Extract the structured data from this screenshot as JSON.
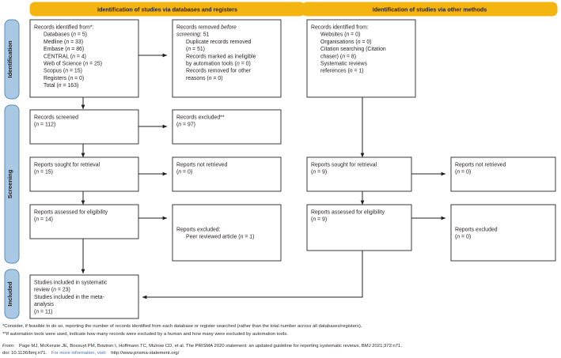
{
  "figure": {
    "title": "PRISMA 2020 flow diagram",
    "accent_header_color": "#f5b511",
    "stage_color": "#a8c8e4",
    "box_border_color": "#3a3a3a",
    "link_color": "#4f6fb5"
  },
  "headers": {
    "databases": "Identification of studies via databases and registers",
    "other": "Identification of studies via other methods"
  },
  "stages": {
    "identification": "Identification",
    "screening": "Screening",
    "included": "Included"
  },
  "boxes": {
    "records_identified": {
      "name": "records-identified-box",
      "lines": [
        {
          "text": "Records identified from*:",
          "indent": 0
        },
        {
          "text": "Databases (n = 5)",
          "indent": 1
        },
        {
          "text": "Medline (n = 33)",
          "indent": 1
        },
        {
          "text": "Embase (n = 86)",
          "indent": 1
        },
        {
          "text": "CENTRAL (n = 4)",
          "indent": 1
        },
        {
          "text": "Web of Science (n = 25)",
          "indent": 1
        },
        {
          "text": "Scopus (n = 15)",
          "indent": 1
        },
        {
          "text": "Registers (n = 0)",
          "indent": 1
        },
        {
          "text": "Total (n = 163)",
          "indent": 1
        }
      ]
    },
    "records_removed": {
      "name": "records-removed-box",
      "lines": [
        {
          "text": "Records removed before",
          "indent": 0
        },
        {
          "text": "screening: 51",
          "indent": 0
        },
        {
          "text": "Duplicate records removed",
          "indent": 1
        },
        {
          "text": "(n = 51)",
          "indent": 1
        },
        {
          "text": "Records marked as ineligible",
          "indent": 1
        },
        {
          "text": "by automation tools (n = 0)",
          "indent": 1
        },
        {
          "text": "Records removed for other",
          "indent": 1
        },
        {
          "text": "reasons (n = 0)",
          "indent": 1
        }
      ]
    },
    "records_screened": {
      "name": "records-screened-box",
      "lines": [
        {
          "text": "Records screened",
          "indent": 0
        },
        {
          "text": "(n = 112)",
          "indent": 0
        }
      ]
    },
    "records_excluded": {
      "name": "records-excluded-box",
      "lines": [
        {
          "text": "Records excluded**",
          "indent": 0
        },
        {
          "text": "(n = 97)",
          "indent": 0
        }
      ]
    },
    "reports_sought": {
      "name": "reports-sought-box",
      "lines": [
        {
          "text": "Reports sought for retrieval",
          "indent": 0
        },
        {
          "text": "(n = 15)",
          "indent": 0
        }
      ]
    },
    "reports_not_retrieved": {
      "name": "reports-not-retrieved-box",
      "lines": [
        {
          "text": "Reports not retrieved",
          "indent": 0
        },
        {
          "text": "(n = 0)",
          "indent": 0
        }
      ]
    },
    "reports_assessed": {
      "name": "reports-assessed-box",
      "lines": [
        {
          "text": "Reports assessed for eligibility",
          "indent": 0
        },
        {
          "text": "(n = 14)",
          "indent": 0
        }
      ]
    },
    "reports_excluded": {
      "name": "reports-excluded-box",
      "lines": [
        {
          "text": "Reports excluded:",
          "indent": 0
        },
        {
          "text": "Peer reviewed article (n = 1)",
          "indent": 1
        }
      ]
    },
    "studies_included": {
      "name": "studies-included-box",
      "lines": [
        {
          "text": "Studies included in systematic",
          "indent": 0
        },
        {
          "text": "review (n = 23)",
          "indent": 0
        },
        {
          "text": "Studies included in the meta-",
          "indent": 0
        },
        {
          "text": "analysis",
          "indent": 0
        },
        {
          "text": "(n = 11)",
          "indent": 0
        }
      ]
    },
    "records_identified_other": {
      "name": "records-identified-other-box",
      "lines": [
        {
          "text": "Records identified from:",
          "indent": 0
        },
        {
          "text": "Websites (n = 0)",
          "indent": 1
        },
        {
          "text": "Organisations (n = 0)",
          "indent": 1
        },
        {
          "text": "Citation searching (Citation",
          "indent": 1
        },
        {
          "text": "chaser) (n = 8)",
          "indent": 1
        },
        {
          "text": "Systematic reviews",
          "indent": 1
        },
        {
          "text": "references (n = 1)",
          "indent": 1
        }
      ]
    },
    "reports_sought_other": {
      "name": "reports-sought-other-box",
      "lines": [
        {
          "text": "Reports sought for retrieval",
          "indent": 0
        },
        {
          "text": "(n = 9)",
          "indent": 0
        }
      ]
    },
    "reports_not_retrieved_other": {
      "name": "reports-not-retrieved-other-box",
      "lines": [
        {
          "text": "Reports not retrieved",
          "indent": 0
        },
        {
          "text": "(n = 0)",
          "indent": 0
        }
      ]
    },
    "reports_assessed_other": {
      "name": "reports-assessed-other-box",
      "lines": [
        {
          "text": "Reports assessed for eligibility",
          "indent": 0
        },
        {
          "text": "(n = 9)",
          "indent": 0
        }
      ]
    },
    "reports_excluded_other": {
      "name": "reports-excluded-other-box",
      "lines": [
        {
          "text": "Reports excluded",
          "indent": 0
        },
        {
          "text": "(n = 0)",
          "indent": 0
        }
      ]
    }
  },
  "footnotes": {
    "note1": "*Consider, if feasible to do so, reporting the number of records identified from each database or register searched (rather than the total number across all databases/registers).",
    "note2": "**If automation tools were used, indicate how many records were excluded by a human and how many were excluded by automation tools.",
    "source_from": "From:",
    "source_citation": "Page MJ, McKenzie JE, Bossuyt PM, Boutron I, Hoffmann TC, Mulrow CD, et al. The PRISMA 2020 statement: an updated guideline for reporting systematic reviews. BMJ 2021;372:n71.",
    "source_doi": "doi: 10.1136/bmj.n71.",
    "source_more": "For more information, visit:",
    "source_url": "http://www.prisma-statement.org/"
  }
}
